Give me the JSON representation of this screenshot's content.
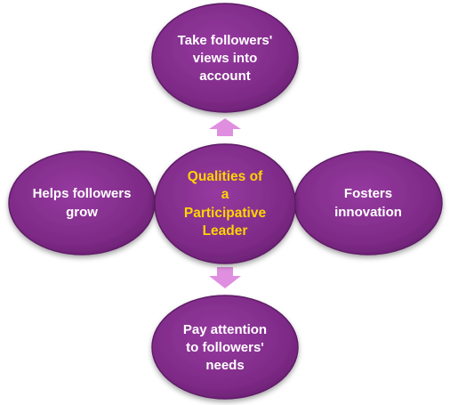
{
  "diagram": {
    "center": {
      "lines": [
        "Qualities of",
        "a",
        "Participative",
        "Leader"
      ]
    },
    "nodes": {
      "top": {
        "lines": [
          "Take followers'",
          "views into",
          "account"
        ]
      },
      "left": {
        "lines": [
          "Helps followers",
          "grow"
        ]
      },
      "right": {
        "lines": [
          "Fosters",
          "innovation"
        ]
      },
      "bottom": {
        "lines": [
          "Pay attention",
          "to followers'",
          "needs"
        ]
      }
    },
    "colors": {
      "node_fill": "#7e2a87",
      "node_fill_light": "#963aa0",
      "node_edge": "#5e1c66",
      "outer_text": "#ffffff",
      "center_text": "#ffd400",
      "arrow": "#e08fe0"
    }
  }
}
